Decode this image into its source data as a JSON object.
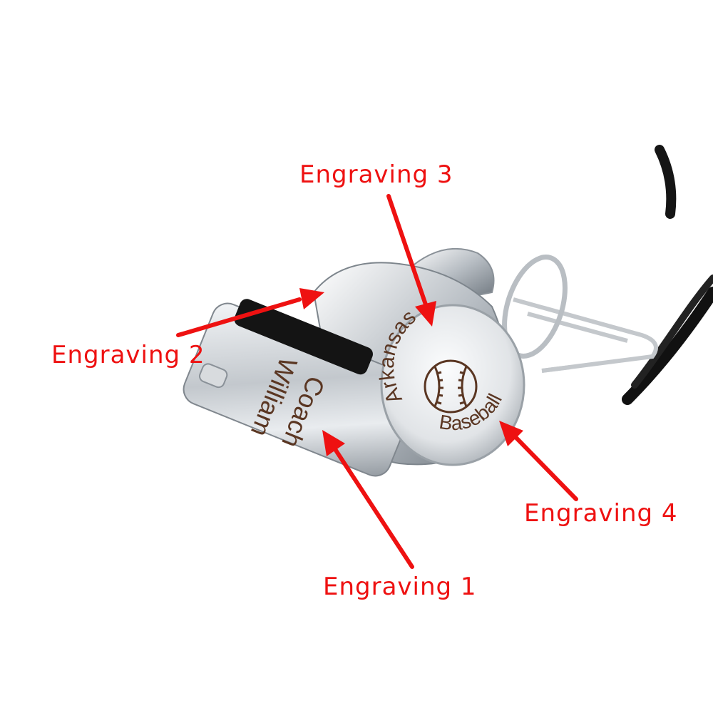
{
  "labels": {
    "engraving_1": "Engraving 1",
    "engraving_2": "Engraving 2",
    "engraving_3": "Engraving 3",
    "engraving_4": "Engraving 4"
  },
  "engraving_text": {
    "barrel_line_1": "Coach",
    "barrel_line_2": "William",
    "disc_top": "Arkansas",
    "disc_bottom": "Baseball"
  },
  "colors": {
    "callout": "#ee1111",
    "engraving": "#5a3622",
    "metal": "#c9cdd2",
    "cord": "#111111"
  },
  "icons": {
    "disc_center": "baseball-icon"
  }
}
